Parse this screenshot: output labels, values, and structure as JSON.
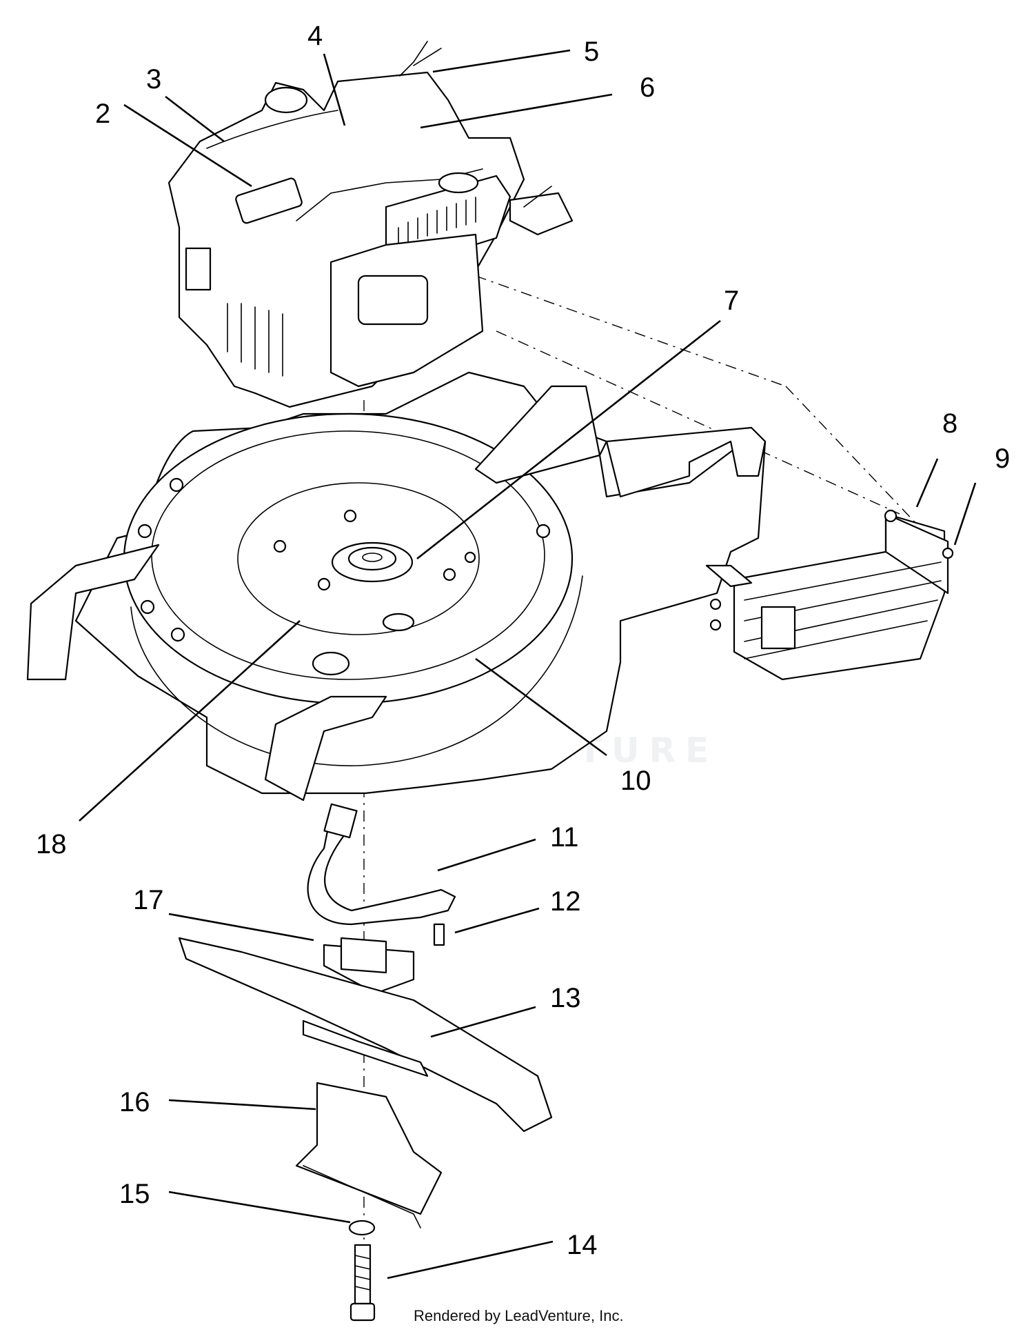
{
  "diagram": {
    "callouts": [
      {
        "id": "c2",
        "label": "2"
      },
      {
        "id": "c3",
        "label": "3"
      },
      {
        "id": "c4",
        "label": "4"
      },
      {
        "id": "c5",
        "label": "5"
      },
      {
        "id": "c6",
        "label": "6"
      },
      {
        "id": "c7",
        "label": "7"
      },
      {
        "id": "c8",
        "label": "8"
      },
      {
        "id": "c9",
        "label": "9"
      },
      {
        "id": "c10",
        "label": "10"
      },
      {
        "id": "c11",
        "label": "11"
      },
      {
        "id": "c12",
        "label": "12"
      },
      {
        "id": "c13",
        "label": "13"
      },
      {
        "id": "c14",
        "label": "14"
      },
      {
        "id": "c15",
        "label": "15"
      },
      {
        "id": "c16",
        "label": "16"
      },
      {
        "id": "c17",
        "label": "17"
      },
      {
        "id": "c18",
        "label": "18"
      }
    ],
    "watermark": "LEADVENTURE",
    "credit": "Rendered by LeadVenture, Inc."
  }
}
